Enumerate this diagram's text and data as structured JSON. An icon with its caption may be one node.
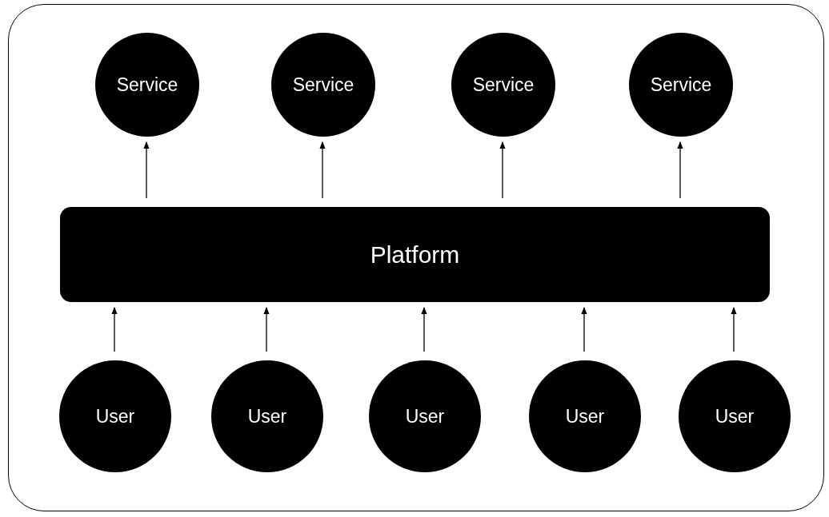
{
  "diagram": {
    "nodes": [
      {
        "text": [],
        "shape": "box"
      },
      {
        "text": [
          "Service"
        ],
        "in": 0
      },
      {
        "text": [
          "Service"
        ],
        "in": 0
      },
      {
        "text": [
          "Service"
        ],
        "in": 0
      },
      {
        "text": [
          "Service"
        ],
        "in": 0
      },
      {
        "text": [
          "Platform"
        ],
        "in": 0
      },
      {
        "text": [
          "User"
        ],
        "in": 0
      },
      {
        "text": [
          "User"
        ],
        "in": 0
      },
      {
        "text": [
          "User"
        ],
        "in": 0
      },
      {
        "text": [
          "User"
        ],
        "in": 0
      },
      {
        "text": [
          "User"
        ],
        "in": 0
      }
    ],
    "edges": [
      {
        "from": 5,
        "to": 1,
        "arrow": "to"
      },
      {
        "from": 5,
        "to": 2,
        "arrow": "to"
      },
      {
        "from": 5,
        "to": 3,
        "arrow": "to"
      },
      {
        "from": 5,
        "to": 4,
        "arrow": "to"
      },
      {
        "from": 6,
        "to": 5,
        "arrow": "to"
      },
      {
        "from": 7,
        "to": 5,
        "arrow": "to"
      },
      {
        "from": 8,
        "to": 5,
        "arrow": "to"
      },
      {
        "from": 9,
        "to": 5,
        "arrow": "to"
      },
      {
        "from": 10,
        "to": 5,
        "arrow": "to"
      }
    ]
  }
}
